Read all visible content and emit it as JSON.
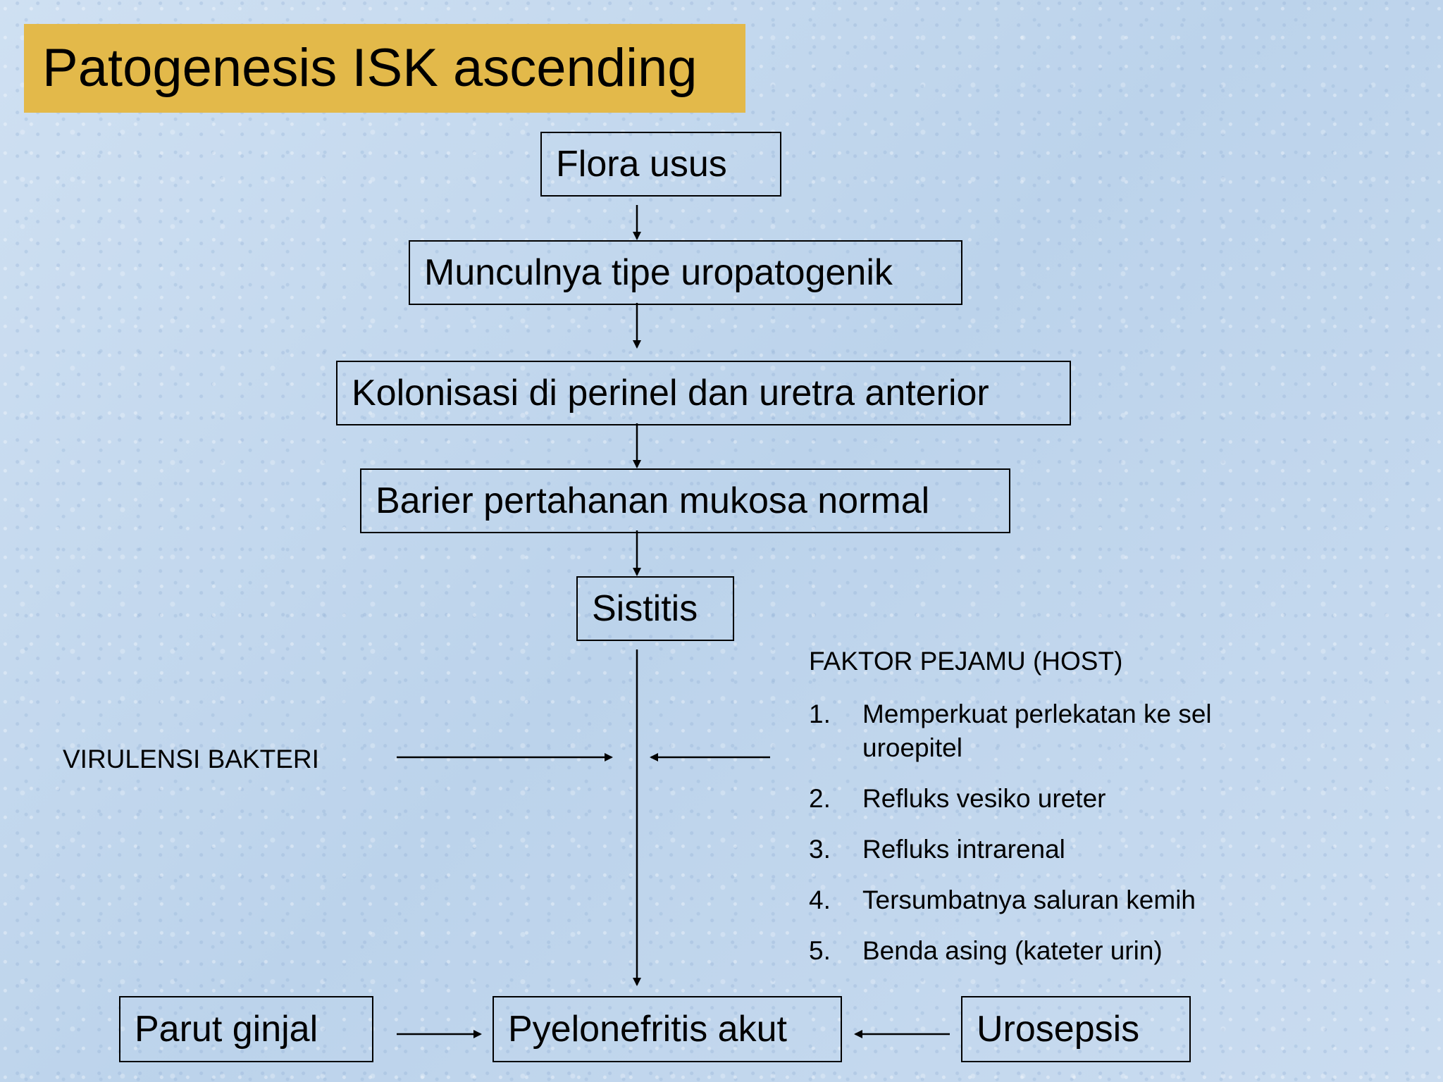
{
  "title": "Patogenesis ISK ascending",
  "flow": {
    "flora": "Flora usus",
    "uropatogenik": "Munculnya tipe uropatogenik",
    "kolonisasi": "Kolonisasi di perinel dan uretra anterior",
    "barier": "Barier pertahanan mukosa normal",
    "sistitis": "Sistitis",
    "pyelonefritis": "Pyelonefritis akut"
  },
  "side_boxes": {
    "parut": "Parut ginjal",
    "urosepsis": "Urosepsis"
  },
  "virulensi": "VIRULENSI BAKTERI",
  "host": {
    "heading": "FAKTOR PEJAMU (HOST)",
    "items": [
      {
        "num": "1.",
        "text": "Memperkuat perlekatan ke sel uroepitel"
      },
      {
        "num": "2.",
        "text": "Refluks vesiko ureter"
      },
      {
        "num": "3.",
        "text": "Refluks intrarenal"
      },
      {
        "num": "4.",
        "text": "Tersumbatnya saluran kemih"
      },
      {
        "num": "5.",
        "text": "Benda asing (kateter urin)"
      }
    ]
  }
}
